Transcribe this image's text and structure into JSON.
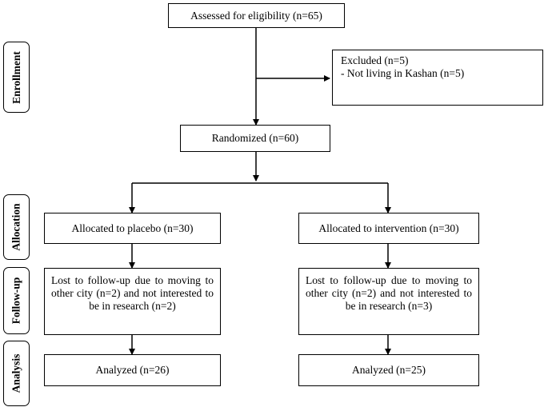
{
  "stages": {
    "enrollment": "Enrollment",
    "allocation": "Allocation",
    "followup": "Follow-up",
    "analysis": "Analysis"
  },
  "boxes": {
    "assessed": "Assessed for eligibility (n=65)",
    "excluded_title": "Excluded (n=5)",
    "excluded_reason": "- Not living in Kashan (n=5)",
    "randomized": "Randomized (n=60)",
    "allocated_placebo": "Allocated to placebo (n=30)",
    "allocated_intervention": "Allocated to intervention (n=30)",
    "lost_placebo": "Lost to follow-up due to moving to other city (n=2) and not interested to be in research (n=2)",
    "lost_intervention": "Lost to follow-up due to moving to other city (n=2) and not interested to be in research (n=3)",
    "analyzed_placebo": "Analyzed (n=26)",
    "analyzed_intervention": "Analyzed (n=25)"
  }
}
